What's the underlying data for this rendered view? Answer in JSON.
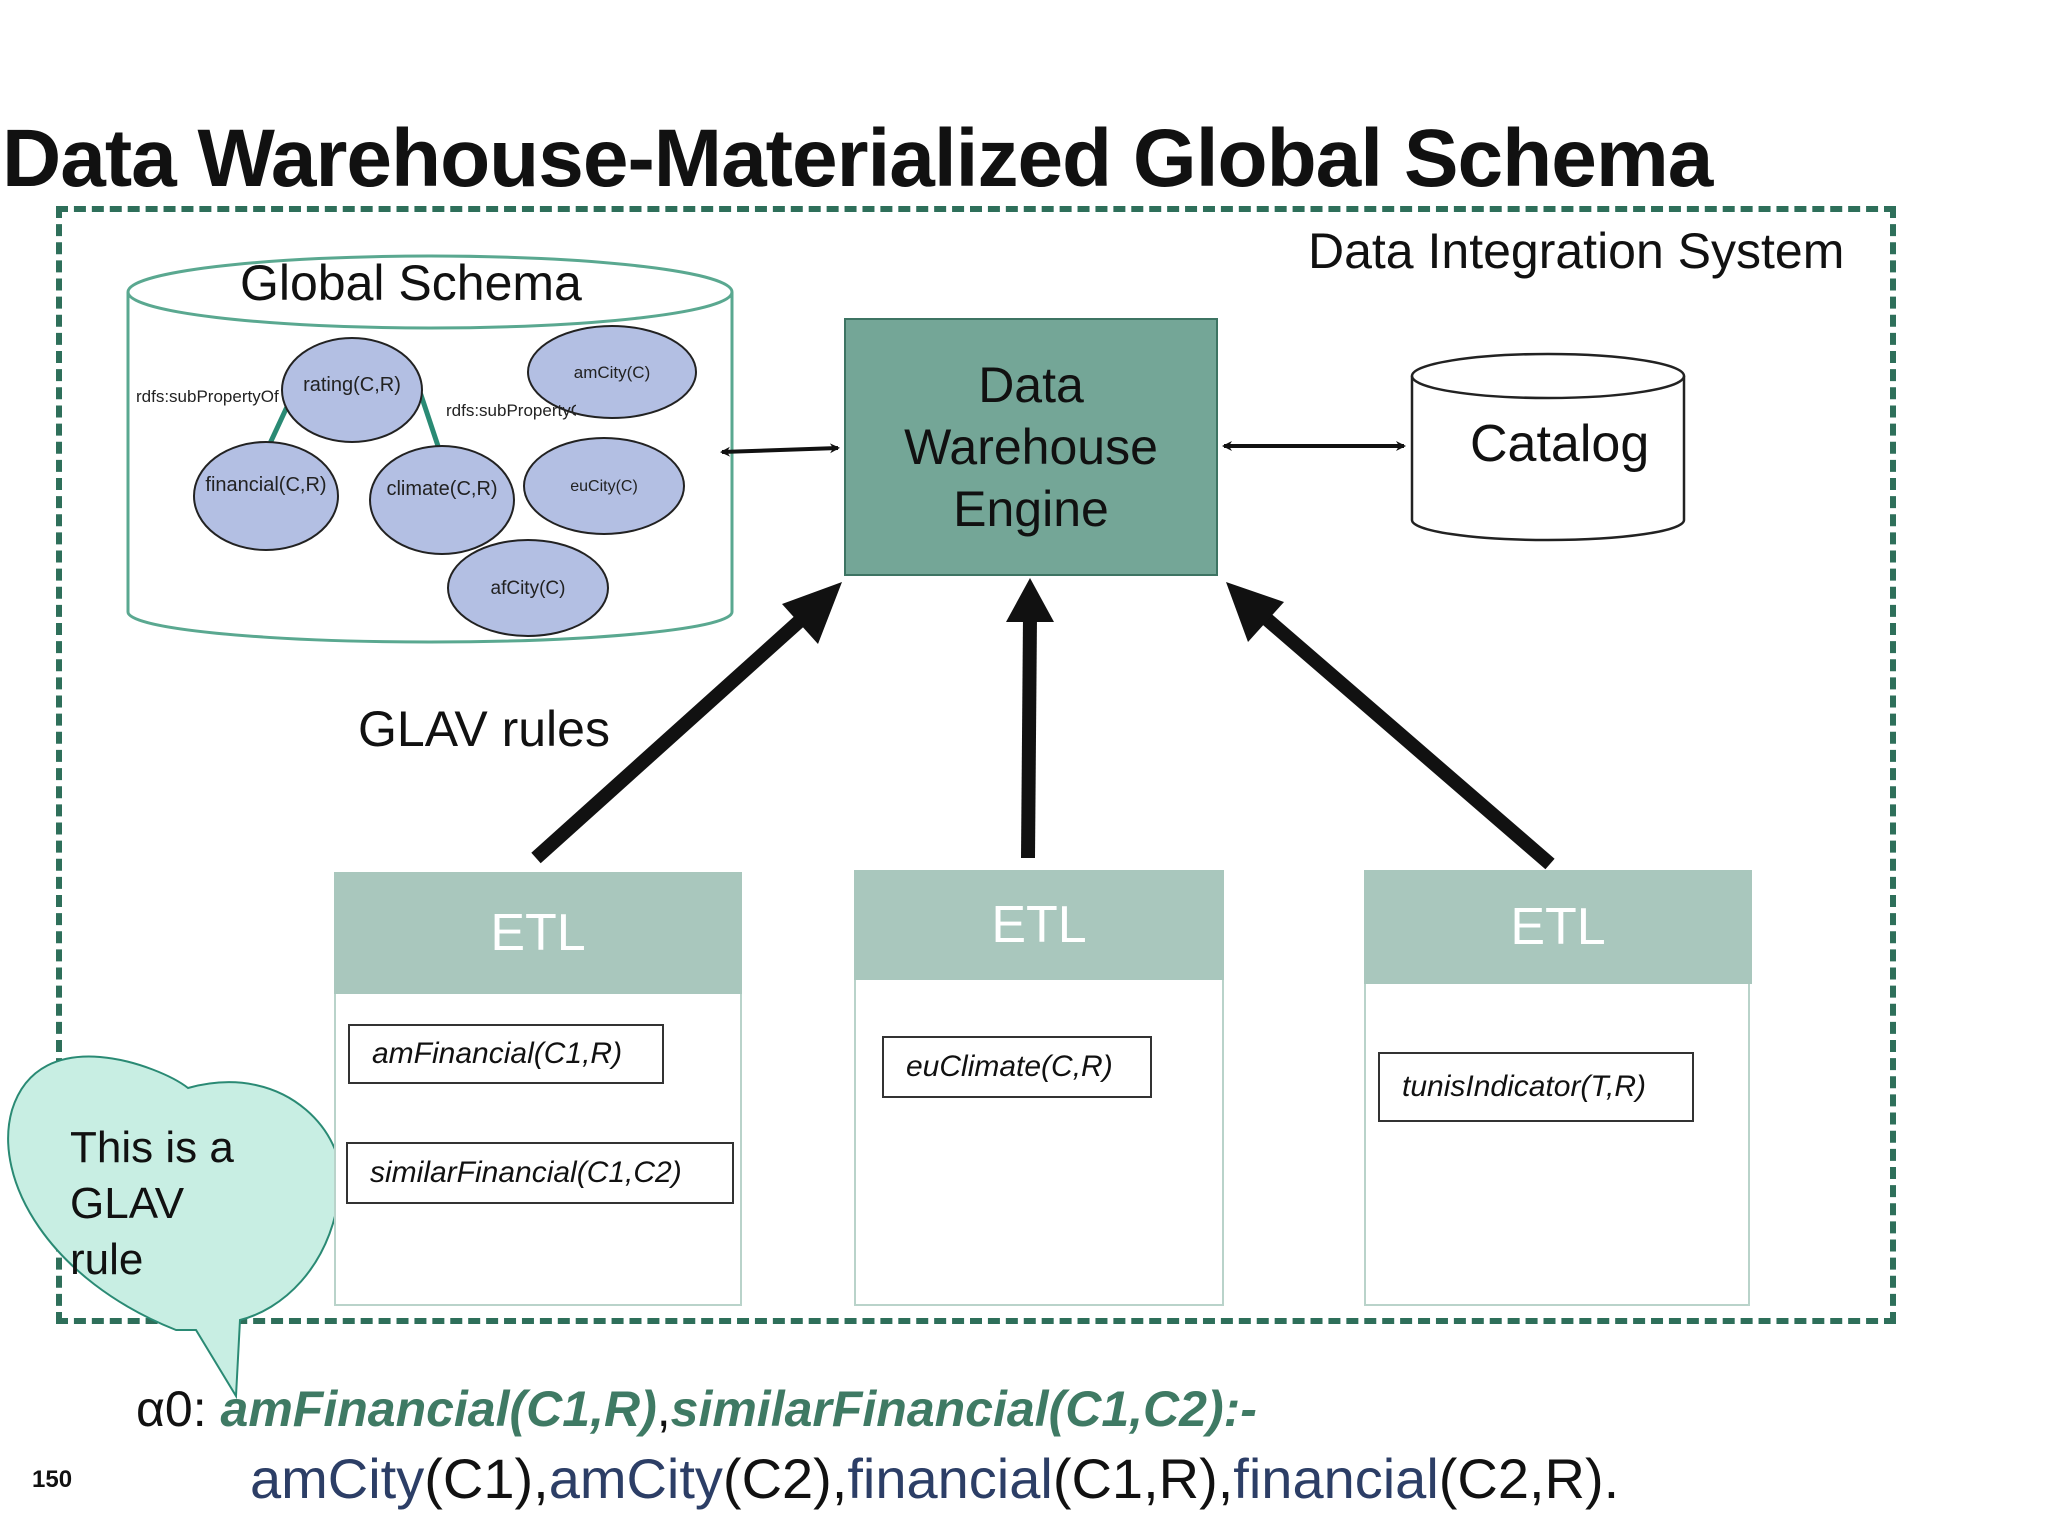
{
  "title": "Data Warehouse-Materialized Global Schema",
  "system_label": "Data Integration System",
  "global_schema": {
    "label": "Global Schema",
    "nodes": {
      "rating": "rating(C,R)",
      "financial": "financial(C,R)",
      "climate": "climate(C,R)",
      "amcity": "amCity(C)",
      "eucity": "euCity(C)",
      "afcity": "afCity(C)"
    },
    "edge_label_left": "rdfs:subPropertyOf",
    "edge_label_right": "rdfs:subPropertyOf"
  },
  "engine": {
    "line1": "Data",
    "line2": "Warehouse",
    "line3": "Engine"
  },
  "catalog_label": "Catalog",
  "glav_rules_label": "GLAV rules",
  "etl": [
    {
      "label": "ETL",
      "sources": [
        "amFinancial(C1,R)",
        "similarFinancial(C1,C2)"
      ]
    },
    {
      "label": "ETL",
      "sources": [
        "euClimate(C,R)"
      ]
    },
    {
      "label": "ETL",
      "sources": [
        "tunisIndicator(T,R)"
      ]
    }
  ],
  "callout": {
    "line1": "This is a",
    "line2": "GLAV",
    "line3": "rule"
  },
  "rule": {
    "id": "α0:",
    "head1": "amFinancial(C1,R)",
    "sep1": ",",
    "head2": "similarFinancial(C1,C2):-",
    "b1_pred": "amCity",
    "b1_args": "(C1),",
    "b2_pred": "amCity",
    "b2_args": "(C2),",
    "b3_pred": "financial",
    "b3_args": "(C1,R),",
    "b4_pred": "financial",
    "b4_args": "(C2,R)."
  },
  "page_number": "150",
  "colors": {
    "frame": "#2e6f5a",
    "engine": "#74a697",
    "etl_header": "#a9c7bd",
    "node_fill": "#b3bfe3",
    "callout": "#c8eee3",
    "rule_head": "#3f7a64",
    "rule_pred": "#2c3e66"
  }
}
